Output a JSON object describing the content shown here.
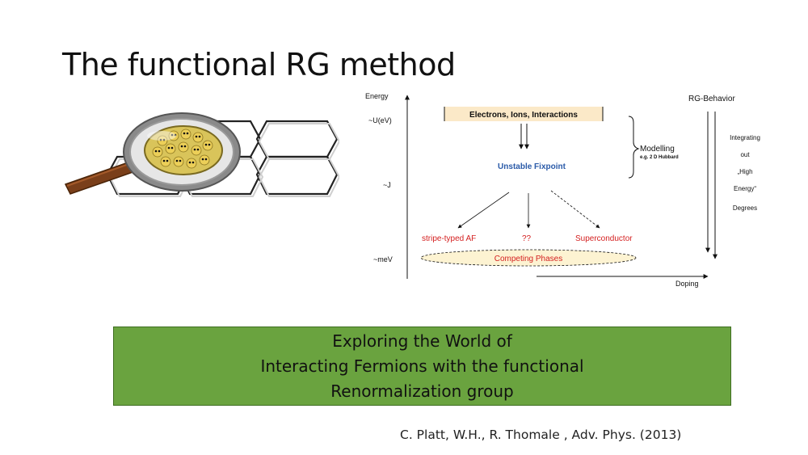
{
  "slide": {
    "title": "The functional RG method",
    "citation": "C. Platt, W.H., R. Thomale , Adv. Phys. (2013)"
  },
  "diagram": {
    "energy_axis_label": "Energy",
    "energy_levels": [
      "~U(eV)",
      "~J",
      "~meV"
    ],
    "top_box": "Electrons, Ions, Interactions",
    "fixpoint": "Unstable Fixpoint",
    "modelling": "Modelling",
    "modelling_example": "e.g. 2 D Hubbard",
    "phases": [
      "stripe-typed AF",
      "??",
      "Superconductor"
    ],
    "competing": "Competing Phases",
    "doping": "Doping",
    "rg_behavior_title": "RG-Behavior",
    "rg_behavior_lines": [
      "Integrating",
      "out",
      "„High",
      "Energy“",
      "Degrees"
    ],
    "colors": {
      "red": "#d42020",
      "blue": "#2a5aa8",
      "box_fill": "#fbe9c8",
      "ellipse_fill": "#fdf3d2"
    }
  },
  "banner": {
    "lines": [
      "Exploring the World of",
      "Interacting Fermions with the functional",
      "Renormalization group"
    ],
    "color": "#6aa33f"
  },
  "illustration": {
    "name": "magnifying-glass-over-honeycomb-lattice"
  }
}
